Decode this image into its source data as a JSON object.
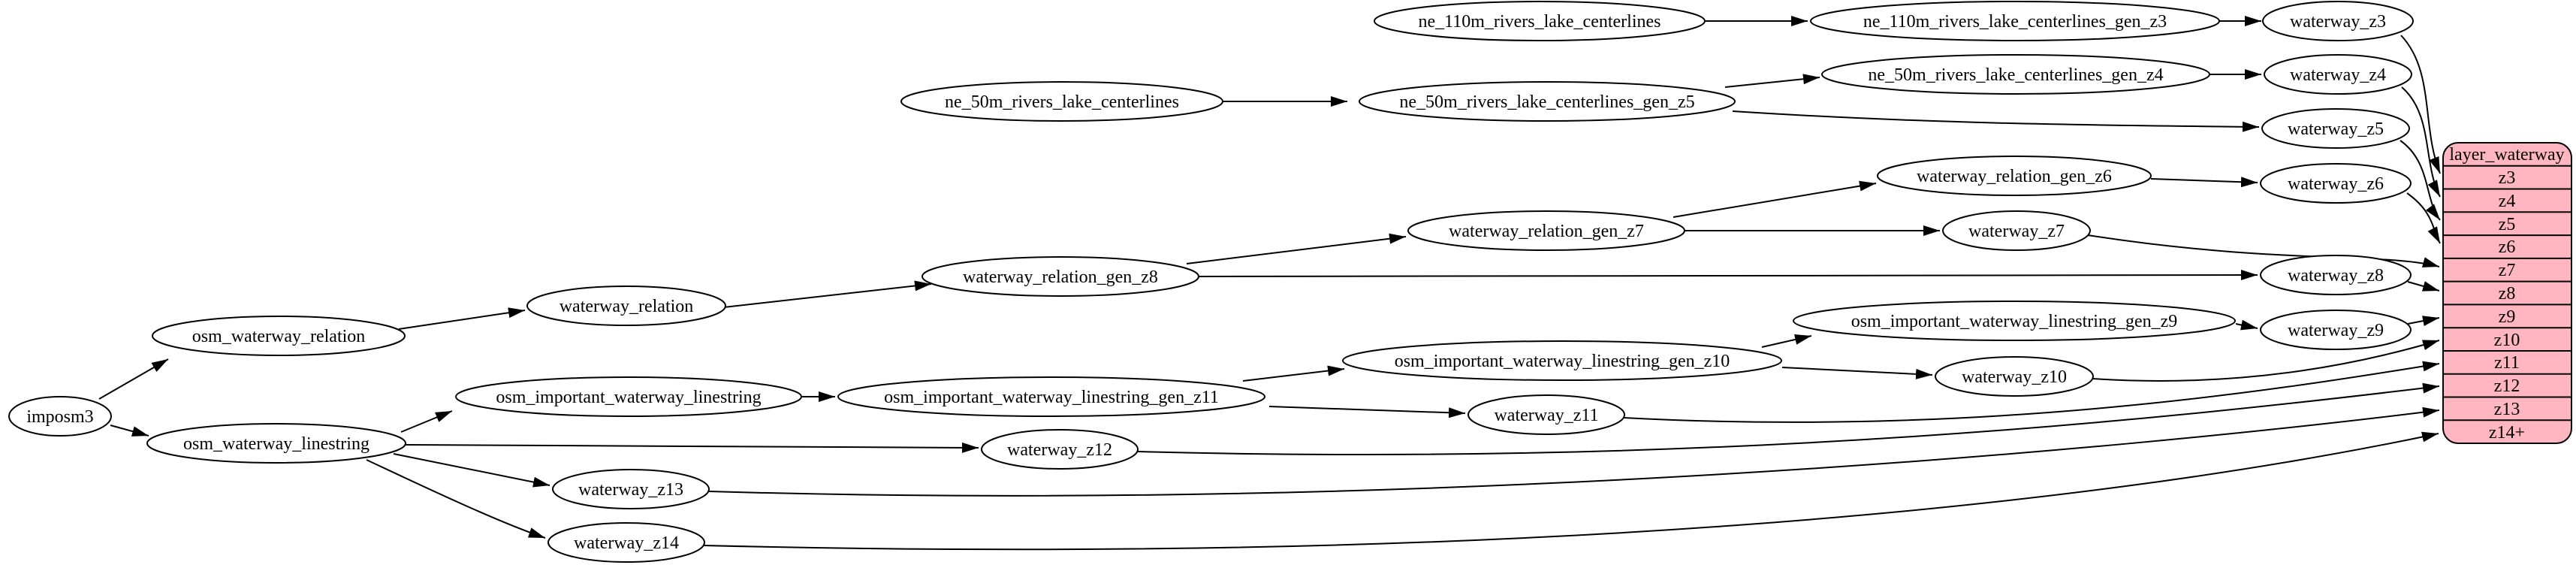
{
  "diagram": {
    "type": "etl-dependency-graph",
    "colors": {
      "node_fill": "#ffffff",
      "node_stroke": "#000000",
      "edge": "#000000",
      "table_fill": "#ffb6c1",
      "table_stroke": "#000000",
      "background": "#ffffff"
    },
    "nodes": {
      "imposm3": {
        "label": "imposm3"
      },
      "osm_waterway_relation": {
        "label": "osm_waterway_relation"
      },
      "osm_waterway_linestring": {
        "label": "osm_waterway_linestring"
      },
      "waterway_relation": {
        "label": "waterway_relation"
      },
      "osm_important_waterway_linestring": {
        "label": "osm_important_waterway_linestring"
      },
      "waterway_relation_gen_z8": {
        "label": "waterway_relation_gen_z8"
      },
      "waterway_relation_gen_z7": {
        "label": "waterway_relation_gen_z7"
      },
      "waterway_relation_gen_z6": {
        "label": "waterway_relation_gen_z6"
      },
      "osm_important_waterway_linestring_gen_z11": {
        "label": "osm_important_waterway_linestring_gen_z11"
      },
      "osm_important_waterway_linestring_gen_z10": {
        "label": "osm_important_waterway_linestring_gen_z10"
      },
      "osm_important_waterway_linestring_gen_z9": {
        "label": "osm_important_waterway_linestring_gen_z9"
      },
      "ne_110m_rivers_lake_centerlines": {
        "label": "ne_110m_rivers_lake_centerlines"
      },
      "ne_110m_rivers_lake_centerlines_gen_z3": {
        "label": "ne_110m_rivers_lake_centerlines_gen_z3"
      },
      "ne_50m_rivers_lake_centerlines": {
        "label": "ne_50m_rivers_lake_centerlines"
      },
      "ne_50m_rivers_lake_centerlines_gen_z5": {
        "label": "ne_50m_rivers_lake_centerlines_gen_z5"
      },
      "ne_50m_rivers_lake_centerlines_gen_z4": {
        "label": "ne_50m_rivers_lake_centerlines_gen_z4"
      },
      "waterway_z3": {
        "label": "waterway_z3"
      },
      "waterway_z4": {
        "label": "waterway_z4"
      },
      "waterway_z5": {
        "label": "waterway_z5"
      },
      "waterway_z6": {
        "label": "waterway_z6"
      },
      "waterway_z7": {
        "label": "waterway_z7"
      },
      "waterway_z8": {
        "label": "waterway_z8"
      },
      "waterway_z9": {
        "label": "waterway_z9"
      },
      "waterway_z10": {
        "label": "waterway_z10"
      },
      "waterway_z11": {
        "label": "waterway_z11"
      },
      "waterway_z12": {
        "label": "waterway_z12"
      },
      "waterway_z13": {
        "label": "waterway_z13"
      },
      "waterway_z14": {
        "label": "waterway_z14"
      }
    },
    "edges": [
      {
        "from": "imposm3",
        "to": "osm_waterway_relation"
      },
      {
        "from": "imposm3",
        "to": "osm_waterway_linestring"
      },
      {
        "from": "osm_waterway_relation",
        "to": "waterway_relation"
      },
      {
        "from": "waterway_relation",
        "to": "waterway_relation_gen_z8"
      },
      {
        "from": "waterway_relation_gen_z8",
        "to": "waterway_relation_gen_z7"
      },
      {
        "from": "waterway_relation_gen_z8",
        "to": "waterway_z8"
      },
      {
        "from": "waterway_relation_gen_z7",
        "to": "waterway_relation_gen_z6"
      },
      {
        "from": "waterway_relation_gen_z7",
        "to": "waterway_z7"
      },
      {
        "from": "waterway_relation_gen_z6",
        "to": "waterway_z6"
      },
      {
        "from": "ne_110m_rivers_lake_centerlines",
        "to": "ne_110m_rivers_lake_centerlines_gen_z3"
      },
      {
        "from": "ne_110m_rivers_lake_centerlines_gen_z3",
        "to": "waterway_z3"
      },
      {
        "from": "ne_50m_rivers_lake_centerlines",
        "to": "ne_50m_rivers_lake_centerlines_gen_z5"
      },
      {
        "from": "ne_50m_rivers_lake_centerlines_gen_z5",
        "to": "ne_50m_rivers_lake_centerlines_gen_z4"
      },
      {
        "from": "ne_50m_rivers_lake_centerlines_gen_z5",
        "to": "waterway_z5"
      },
      {
        "from": "ne_50m_rivers_lake_centerlines_gen_z4",
        "to": "waterway_z4"
      },
      {
        "from": "osm_waterway_linestring",
        "to": "osm_important_waterway_linestring"
      },
      {
        "from": "osm_waterway_linestring",
        "to": "waterway_z12"
      },
      {
        "from": "osm_waterway_linestring",
        "to": "waterway_z13"
      },
      {
        "from": "osm_waterway_linestring",
        "to": "waterway_z14"
      },
      {
        "from": "osm_important_waterway_linestring",
        "to": "osm_important_waterway_linestring_gen_z11"
      },
      {
        "from": "osm_important_waterway_linestring_gen_z11",
        "to": "osm_important_waterway_linestring_gen_z10"
      },
      {
        "from": "osm_important_waterway_linestring_gen_z11",
        "to": "waterway_z11"
      },
      {
        "from": "osm_important_waterway_linestring_gen_z10",
        "to": "osm_important_waterway_linestring_gen_z9"
      },
      {
        "from": "osm_important_waterway_linestring_gen_z10",
        "to": "waterway_z10"
      },
      {
        "from": "osm_important_waterway_linestring_gen_z9",
        "to": "waterway_z9"
      },
      {
        "from": "waterway_z3",
        "to": "layer_waterway:z3"
      },
      {
        "from": "waterway_z4",
        "to": "layer_waterway:z4"
      },
      {
        "from": "waterway_z5",
        "to": "layer_waterway:z5"
      },
      {
        "from": "waterway_z6",
        "to": "layer_waterway:z6"
      },
      {
        "from": "waterway_z7",
        "to": "layer_waterway:z7"
      },
      {
        "from": "waterway_z8",
        "to": "layer_waterway:z8"
      },
      {
        "from": "waterway_z9",
        "to": "layer_waterway:z9"
      },
      {
        "from": "waterway_z10",
        "to": "layer_waterway:z10"
      },
      {
        "from": "waterway_z11",
        "to": "layer_waterway:z11"
      },
      {
        "from": "waterway_z12",
        "to": "layer_waterway:z12"
      },
      {
        "from": "waterway_z13",
        "to": "layer_waterway:z13"
      },
      {
        "from": "waterway_z14",
        "to": "layer_waterway:z14+"
      }
    ],
    "table": {
      "title": "layer_waterway",
      "rows": [
        "z3",
        "z4",
        "z5",
        "z6",
        "z7",
        "z8",
        "z9",
        "z10",
        "z11",
        "z12",
        "z13",
        "z14+"
      ]
    }
  }
}
